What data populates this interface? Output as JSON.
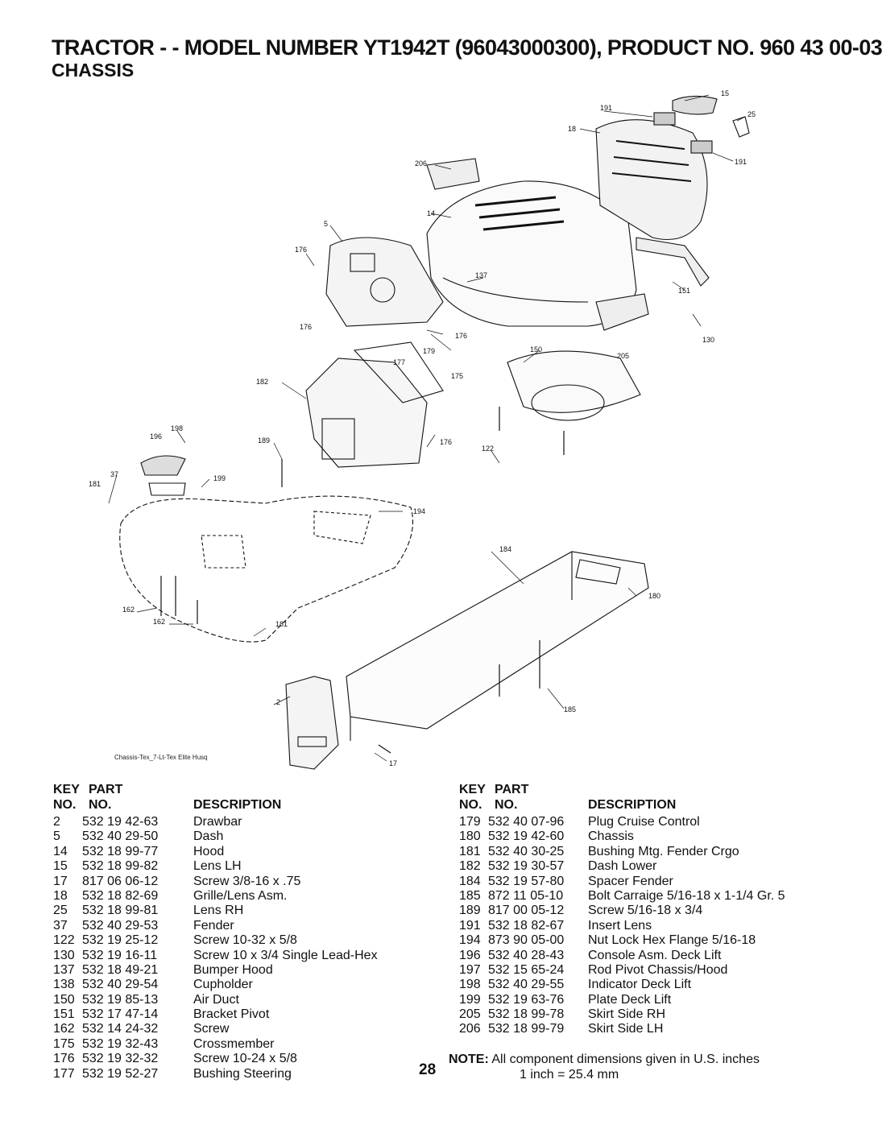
{
  "title": "TRACTOR - - MODEL NUMBER YT1942T (96043000300), PRODUCT NO. 960 43 00-03",
  "subtitle": "CHASSIS",
  "diagram_caption": "Chassis-Tex_7-Lt-Tex Elite Husq",
  "callouts": [
    "15",
    "191",
    "25",
    "18",
    "191",
    "206",
    "14",
    "5",
    "176",
    "137",
    "151",
    "130",
    "176",
    "176",
    "179",
    "150",
    "205",
    "177",
    "175",
    "182",
    "198",
    "196",
    "189",
    "176",
    "122",
    "37",
    "199",
    "181",
    "194",
    "184",
    "180",
    "162",
    "162",
    "181",
    "2",
    "185",
    "17"
  ],
  "headers": {
    "key1": "KEY",
    "part1": "PART",
    "key2": "NO.",
    "part2": "NO.",
    "desc": "DESCRIPTION"
  },
  "parts_left": [
    {
      "key": "2",
      "part": "532 19 42-63",
      "desc": "Drawbar"
    },
    {
      "key": "5",
      "part": "532 40 29-50",
      "desc": "Dash"
    },
    {
      "key": "14",
      "part": "532 18 99-77",
      "desc": "Hood"
    },
    {
      "key": "15",
      "part": "532 18 99-82",
      "desc": "Lens LH"
    },
    {
      "key": "17",
      "part": "817 06 06-12",
      "desc": "Screw 3/8-16 x .75"
    },
    {
      "key": "18",
      "part": "532 18 82-69",
      "desc": "Grille/Lens Asm."
    },
    {
      "key": "25",
      "part": "532 18 99-81",
      "desc": "Lens RH"
    },
    {
      "key": "37",
      "part": "532 40 29-53",
      "desc": "Fender"
    },
    {
      "key": "122",
      "part": "532 19 25-12",
      "desc": "Screw 10-32 x 5/8"
    },
    {
      "key": "130",
      "part": "532 19 16-11",
      "desc": "Screw 10 x 3/4 Single Lead-Hex"
    },
    {
      "key": "137",
      "part": "532 18 49-21",
      "desc": "Bumper Hood"
    },
    {
      "key": "138",
      "part": "532 40 29-54",
      "desc": "Cupholder"
    },
    {
      "key": "150",
      "part": "532 19 85-13",
      "desc": "Air Duct"
    },
    {
      "key": "151",
      "part": "532 17 47-14",
      "desc": "Bracket Pivot"
    },
    {
      "key": "162",
      "part": "532 14 24-32",
      "desc": "Screw"
    },
    {
      "key": "175",
      "part": "532 19 32-43",
      "desc": "Crossmember"
    },
    {
      "key": "176",
      "part": "532 19 32-32",
      "desc": "Screw 10-24 x 5/8"
    },
    {
      "key": "177",
      "part": "532 19 52-27",
      "desc": "Bushing Steering"
    }
  ],
  "parts_right": [
    {
      "key": "179",
      "part": "532 40 07-96",
      "desc": "Plug Cruise Control"
    },
    {
      "key": "180",
      "part": "532 19 42-60",
      "desc": "Chassis"
    },
    {
      "key": "181",
      "part": "532 40 30-25",
      "desc": "Bushing Mtg. Fender Crgo"
    },
    {
      "key": "182",
      "part": "532 19 30-57",
      "desc": "Dash Lower"
    },
    {
      "key": "184",
      "part": "532 19 57-80",
      "desc": "Spacer Fender"
    },
    {
      "key": "185",
      "part": "872 11 05-10",
      "desc": "Bolt Carraige 5/16-18 x 1-1/4 Gr. 5"
    },
    {
      "key": "189",
      "part": "817 00 05-12",
      "desc": "Screw 5/16-18 x 3/4"
    },
    {
      "key": "191",
      "part": "532 18 82-67",
      "desc": "Insert Lens"
    },
    {
      "key": "194",
      "part": "873 90 05-00",
      "desc": "Nut Lock Hex Flange 5/16-18"
    },
    {
      "key": "196",
      "part": "532 40 28-43",
      "desc": "Console Asm. Deck Lift"
    },
    {
      "key": "197",
      "part": "532 15 65-24",
      "desc": "Rod Pivot Chassis/Hood"
    },
    {
      "key": "198",
      "part": "532 40 29-55",
      "desc": "Indicator Deck Lift"
    },
    {
      "key": "199",
      "part": "532 19 63-76",
      "desc": "Plate Deck Lift"
    },
    {
      "key": "205",
      "part": "532 18 99-78",
      "desc": "Skirt Side RH"
    },
    {
      "key": "206",
      "part": "532 18 99-79",
      "desc": "Skirt Side LH"
    }
  ],
  "page_number": "28",
  "note_label": "NOTE:",
  "note_text": "All component dimensions given in U.S. inches",
  "note_text2": "1 inch = 25.4 mm"
}
